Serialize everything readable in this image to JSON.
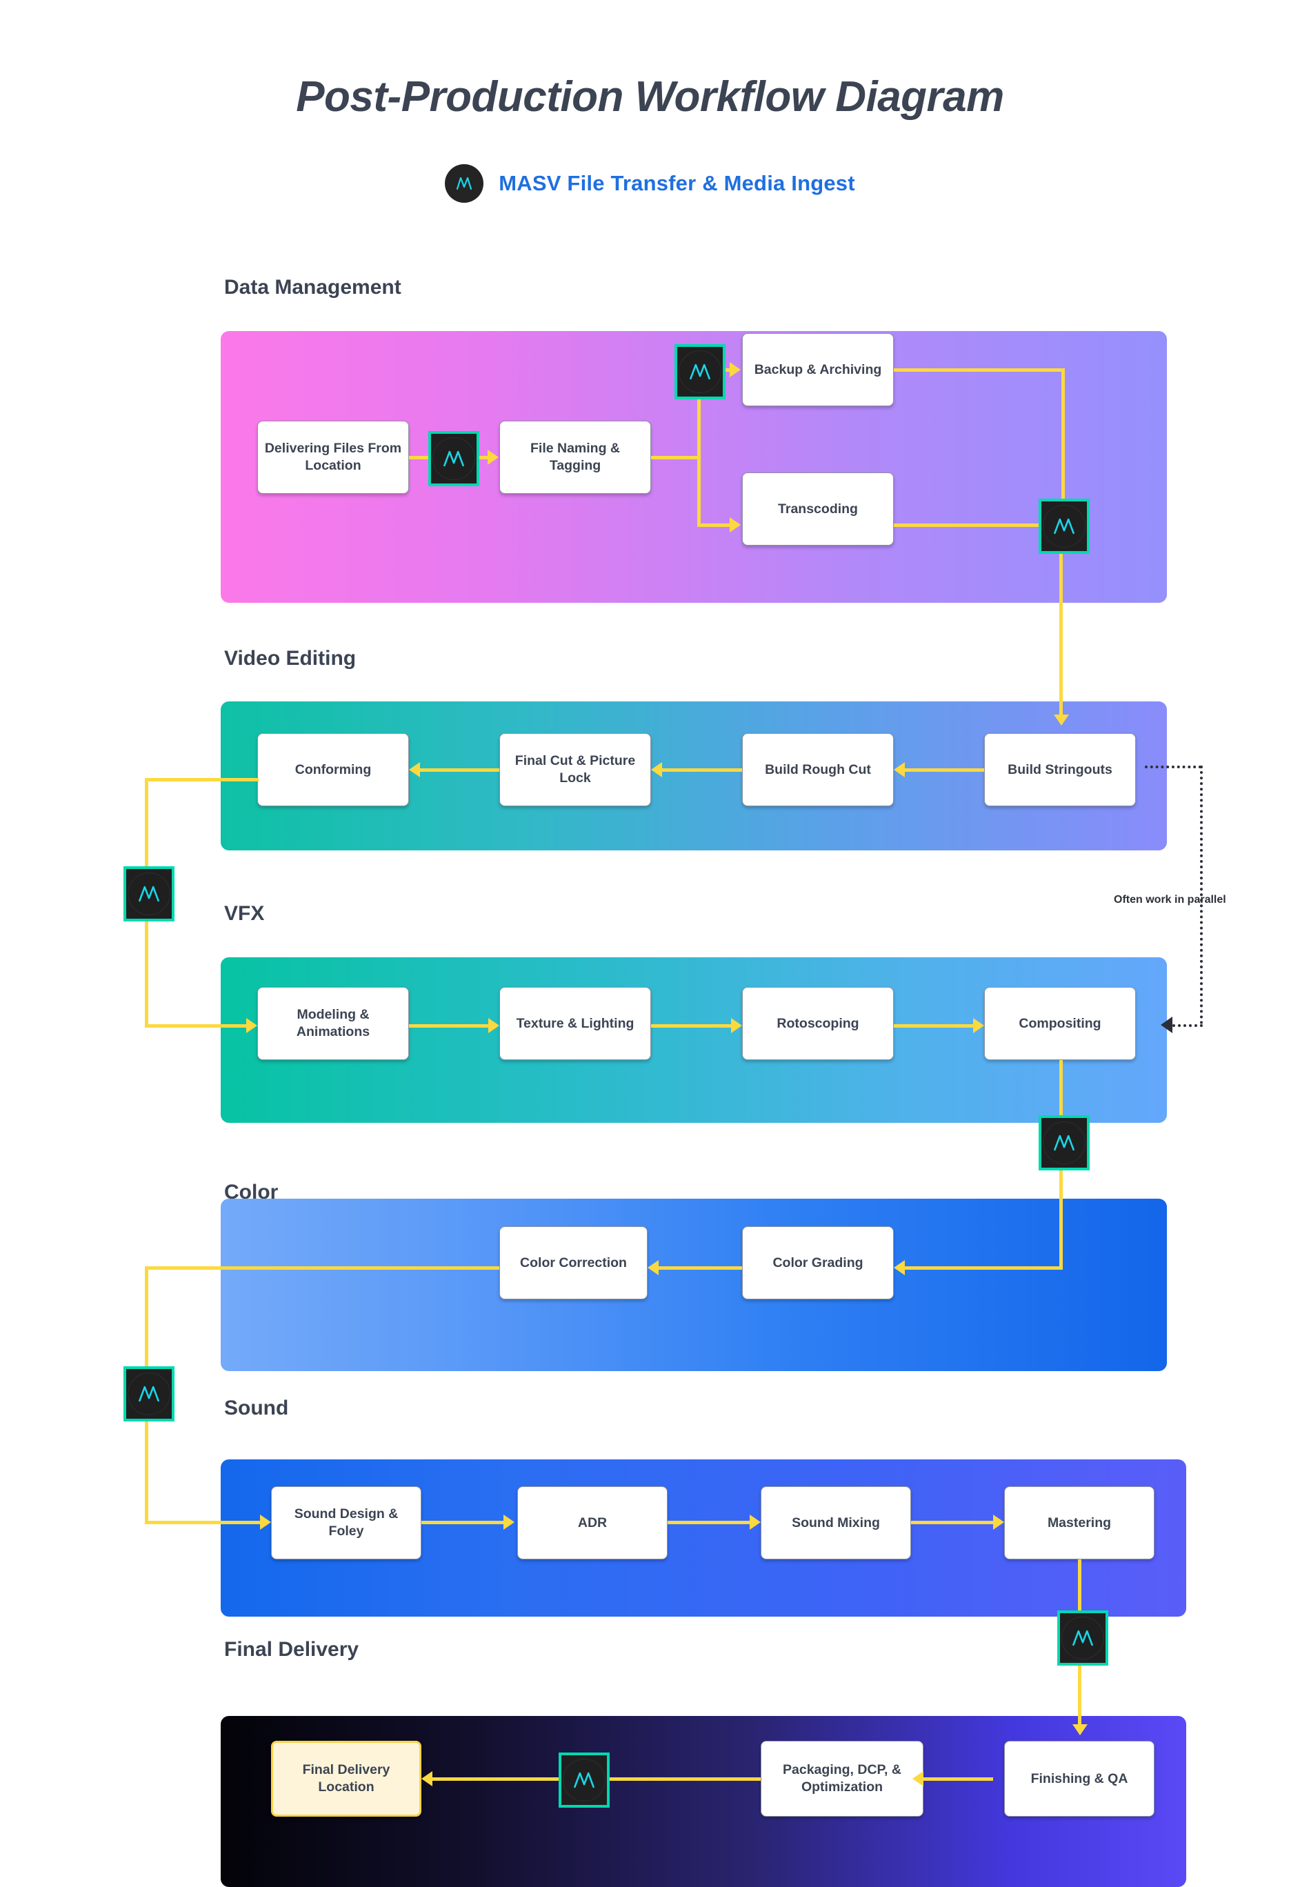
{
  "header": {
    "title": "Post-Production Workflow Diagram",
    "subtitle": "MASV File Transfer & Media Ingest",
    "badge_icon": "masv-logo-icon"
  },
  "colors": {
    "accent_yellow": "#FCD93F",
    "masv_teal_border": "#00D9B0",
    "masv_logo_cyan": "#19D6E8",
    "masv_badge_fill": "#1F1F1F",
    "heading_slate": "#3C4453",
    "subtitle_blue": "#1F6FE0",
    "final_box_fill": "#FDF4DA",
    "final_box_border": "#FBD449"
  },
  "annotations": {
    "parallel_note": "Often work in parallel"
  },
  "sections": [
    {
      "id": "data-management",
      "title": "Data Management",
      "nodes": [
        {
          "label": "Delivering Files From Location"
        },
        {
          "label": "File Naming & Tagging"
        },
        {
          "label": "Backup & Archiving"
        },
        {
          "label": "Transcoding"
        }
      ]
    },
    {
      "id": "video-editing",
      "title": "Video Editing",
      "nodes": [
        {
          "label": "Conforming"
        },
        {
          "label": "Final Cut & Picture Lock"
        },
        {
          "label": "Build Rough Cut"
        },
        {
          "label": "Build Stringouts"
        }
      ]
    },
    {
      "id": "vfx",
      "title": "VFX",
      "nodes": [
        {
          "label": "Modeling & Animations"
        },
        {
          "label": "Texture & Lighting"
        },
        {
          "label": "Rotoscoping"
        },
        {
          "label": "Compositing"
        }
      ]
    },
    {
      "id": "color",
      "title": "Color",
      "nodes": [
        {
          "label": "Color Correction"
        },
        {
          "label": "Color Grading"
        }
      ]
    },
    {
      "id": "sound",
      "title": "Sound",
      "nodes": [
        {
          "label": "Sound Design & Foley"
        },
        {
          "label": "ADR"
        },
        {
          "label": "Sound Mixing"
        },
        {
          "label": "Mastering"
        }
      ]
    },
    {
      "id": "final-delivery",
      "title": "Final Delivery",
      "nodes": [
        {
          "label": "Final Delivery Location"
        },
        {
          "label": "Packaging, DCP, & Optimization"
        },
        {
          "label": "Finishing & QA"
        }
      ]
    }
  ]
}
